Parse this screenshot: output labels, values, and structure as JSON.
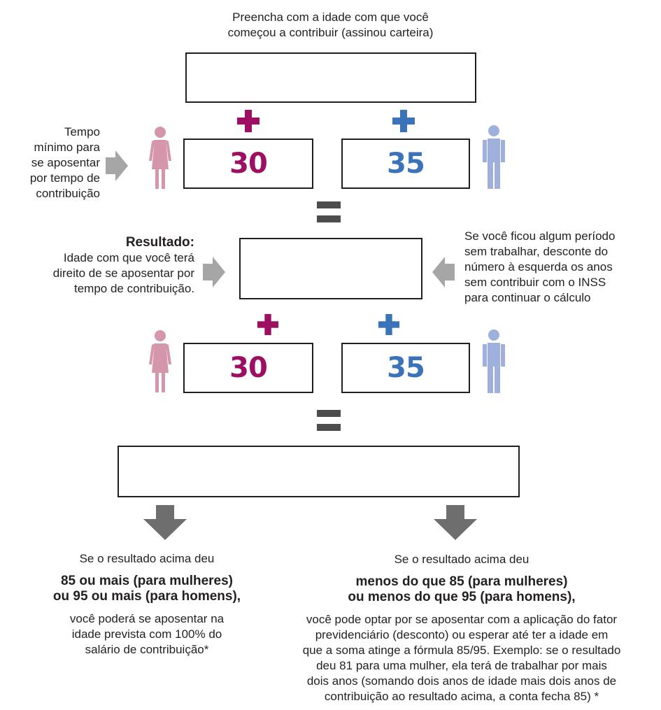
{
  "intro": {
    "line1": "Preencha com a idade com que você",
    "line2": "começou a contribuir (assinou carteira)"
  },
  "min_time": {
    "lines": [
      "Tempo",
      "mínimo para",
      "se aposentar",
      "por tempo de",
      "contribuição"
    ]
  },
  "women_value": "30",
  "men_value": "35",
  "result": {
    "heading": "Resultado:",
    "lines": [
      "Idade com que você terá",
      "direito de se aposentar por",
      "tempo de contribuição."
    ]
  },
  "gap_note": {
    "lines": [
      "Se você ficou algum período",
      "sem trabalhar, desconte do",
      "número à esquerda os anos",
      "sem contribuir com o INSS",
      "para continuar o cálculo"
    ]
  },
  "left_outcome": {
    "lead": "Se o resultado acima deu",
    "bold_lines": [
      "85 ou mais (para mulheres)",
      "ou 95 ou mais (para homens),"
    ],
    "body_lines": [
      "você poderá se aposentar na",
      "idade prevista com 100% do",
      "salário de contribuição*"
    ]
  },
  "right_outcome": {
    "lead": "Se o resultado acima deu",
    "bold_lines": [
      "menos do que 85 (para mulheres)",
      "ou menos do que 95 (para homens),"
    ],
    "body_lines": [
      "você pode optar por se aposentar com a aplicação do fator",
      "previdenciário (desconto) ou esperar até ter a idade em",
      "que a soma atinge a fórmula 85/95. Exemplo: se o resultado",
      "deu 81 para uma mulher, ela terá de trabalhar por mais",
      "dois anos (somando dois anos de idade mais dois anos de",
      "contribuição ao resultado acima, a conta fecha 85) *"
    ]
  },
  "colors": {
    "women": "#9c0f63",
    "women_figure": "#d596ab",
    "men": "#3a73ba",
    "men_figure": "#9fb0dc",
    "operator": "#4d4d4d",
    "arrow_gray": "#a6a6a6",
    "down_arrow": "#6e6e6e"
  }
}
